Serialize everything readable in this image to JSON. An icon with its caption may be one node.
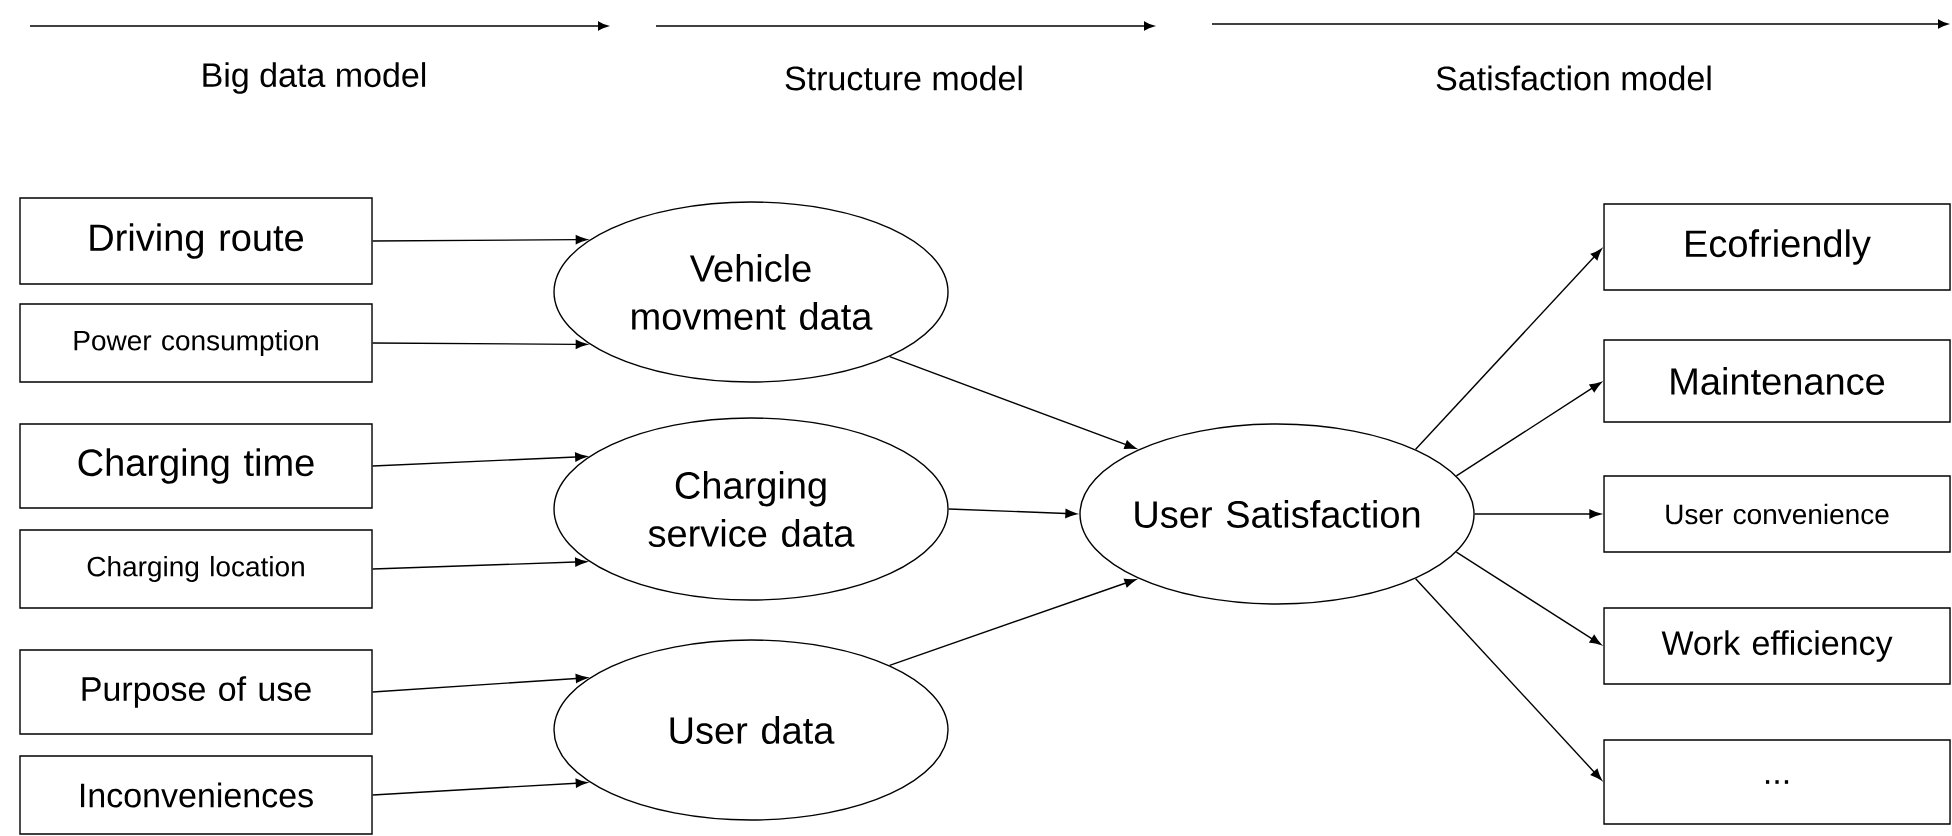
{
  "diagram": {
    "nodes": [
      {
        "text": [
          "Driving route"
        ]
      },
      {
        "text": [
          "Power consumption"
        ]
      },
      {
        "text": [
          "Charging time"
        ]
      },
      {
        "text": [
          "Charging location"
        ]
      },
      {
        "text": [
          "Purpose of use"
        ]
      },
      {
        "text": [
          "Inconveniences"
        ]
      },
      {
        "text": [
          "Vehicle movment data"
        ]
      },
      {
        "text": [
          "Charging service data"
        ]
      },
      {
        "text": [
          "User data"
        ]
      },
      {
        "text": [
          "User Satisfaction"
        ]
      },
      {
        "text": [
          "Ecofriendly"
        ]
      },
      {
        "text": [
          "Maintenance"
        ]
      },
      {
        "text": [
          "User convenience"
        ]
      },
      {
        "text": [
          "Work efficiency"
        ]
      },
      {
        "text": [
          "..."
        ]
      }
    ],
    "edges": [
      {
        "from": 0,
        "to": 6,
        "arrow": "to"
      },
      {
        "from": 1,
        "to": 6,
        "arrow": "to"
      },
      {
        "from": 2,
        "to": 7,
        "arrow": "to"
      },
      {
        "from": 3,
        "to": 7,
        "arrow": "to"
      },
      {
        "from": 4,
        "to": 8,
        "arrow": "to"
      },
      {
        "from": 5,
        "to": 8,
        "arrow": "to"
      },
      {
        "from": 6,
        "to": 9,
        "arrow": "to"
      },
      {
        "from": 7,
        "to": 9,
        "arrow": "to"
      },
      {
        "from": 8,
        "to": 9,
        "arrow": "to"
      },
      {
        "from": 9,
        "to": 10,
        "arrow": "to"
      },
      {
        "from": 9,
        "to": 11,
        "arrow": "to"
      },
      {
        "from": 9,
        "to": 12,
        "arrow": "to"
      },
      {
        "from": 9,
        "to": 13,
        "arrow": "to"
      },
      {
        "from": 9,
        "to": 14,
        "arrow": "to"
      }
    ],
    "labels": [
      "Big data model",
      "Structure model",
      "Satisfaction model"
    ]
  }
}
